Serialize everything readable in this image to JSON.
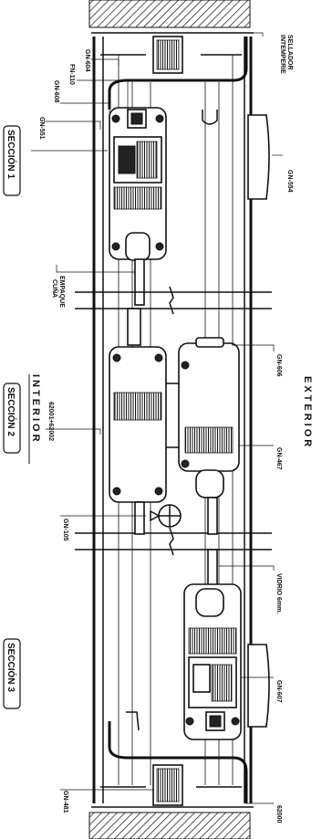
{
  "labels": {
    "gn604": "GN-604",
    "fn110": "FN-110",
    "gn608": "GN-608",
    "gn551": "GN-551",
    "sellador": "SELLADOR",
    "intemperie": "INTEMPERIE",
    "gn554": "GN-554",
    "empaque": "EMPAQUE",
    "cuna": "CUÑA",
    "gn606": "GN-606",
    "g2001": "62001+62002",
    "gn467": "GN-467",
    "gn105": "GN-105",
    "vidrio": "VIDRIO 6mm.",
    "gn607": "GN-607",
    "gn481": "GN-481",
    "g2000": "62000"
  },
  "sides": {
    "interior": "INTERIOR",
    "exterior": "EXTERIOR"
  },
  "sections": {
    "s1": "SECCIÓN 1",
    "s2": "SECCIÓN 2",
    "s3": "SECCIÓN 3"
  }
}
